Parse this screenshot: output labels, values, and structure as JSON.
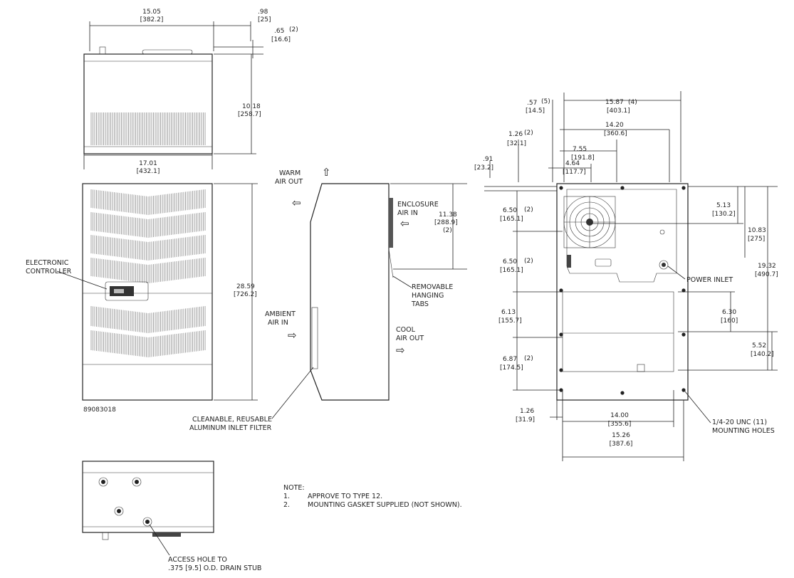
{
  "drawing_number": "89083018",
  "top_view": {
    "width_top": "15.05",
    "width_top_mm": "[382.2]",
    "offset": ".98",
    "offset_mm": "[25]",
    "lip": ".65",
    "lip_qty": "(2)",
    "lip_mm": "[16.6]",
    "height": "10.18",
    "height_mm": "[258.7]",
    "width": "17.01",
    "width_mm": "[432.1]"
  },
  "front_view": {
    "height": "28.59",
    "height_mm": "[726.2]",
    "controller_label_1": "ELECTRONIC",
    "controller_label_2": "CONTROLLER"
  },
  "side_view": {
    "warm_1": "WARM",
    "warm_2": "AIR OUT",
    "encl_1": "ENCLOSURE",
    "encl_2": "AIR IN",
    "ambient_1": "AMBIENT",
    "ambient_2": "AIR IN",
    "cool_1": "COOL",
    "cool_2": "AIR OUT",
    "tabs_1": "REMOVABLE",
    "tabs_2": "HANGING",
    "tabs_3": "TABS",
    "filter_1": "CLEANABLE, REUSABLE",
    "filter_2": "ALUMINUM INLET FILTER",
    "h": "11.38",
    "h_mm": "[288.9]",
    "h_qty": "(2)"
  },
  "rear_view": {
    "d057": ".57",
    "d057_qty": "(5)",
    "d057_mm": "[14.5]",
    "d1587": "15.87",
    "d1587_qty": "(4)",
    "d1587_mm": "[403.1]",
    "d1420": "14.20",
    "d1420_mm": "[360.6]",
    "d126t": "1.26",
    "d126t_qty": "(2)",
    "d126t_mm": "[32.1]",
    "d755": "7.55",
    "d755_mm": "[191.8]",
    "d091": ".91",
    "d091_mm": "[23.2]",
    "d464": "4.64",
    "d464_mm": "[117.7]",
    "d513": "5.13",
    "d513_mm": "[130.2]",
    "d650a": "6.50",
    "d650a_qty": "(2)",
    "d650a_mm": "[165.1]",
    "d1083": "10.83",
    "d1083_mm": "[275]",
    "d1932": "19.32",
    "d1932_mm": "[490.7]",
    "d650b": "6.50",
    "d650b_qty": "(2)",
    "d650b_mm": "[165.1]",
    "power_inlet": "POWER INLET",
    "d613": "6.13",
    "d613_mm": "[155.7]",
    "d630": "6.30",
    "d630_mm": "[160]",
    "d552": "5.52",
    "d552_mm": "[140.2]",
    "d687": "6.87",
    "d687_qty": "(2)",
    "d687_mm": "[174.5]",
    "d126b": "1.26",
    "d126b_mm": "[31.9]",
    "d1400": "14.00",
    "d1400_mm": "[355.6]",
    "d1526": "15.26",
    "d1526_mm": "[387.6]",
    "holes_1": "1/4-20 UNC (11)",
    "holes_2": "MOUNTING HOLES"
  },
  "bottom_view": {
    "drain_1": "ACCESS HOLE TO",
    "drain_2": ".375 [9.5] O.D. DRAIN STUB"
  },
  "notes": {
    "title": "NOTE:",
    "items": [
      {
        "num": "1.",
        "text": "APPROVE TO TYPE 12."
      },
      {
        "num": "2.",
        "text": "MOUNTING GASKET SUPPLIED (NOT SHOWN)."
      }
    ]
  }
}
